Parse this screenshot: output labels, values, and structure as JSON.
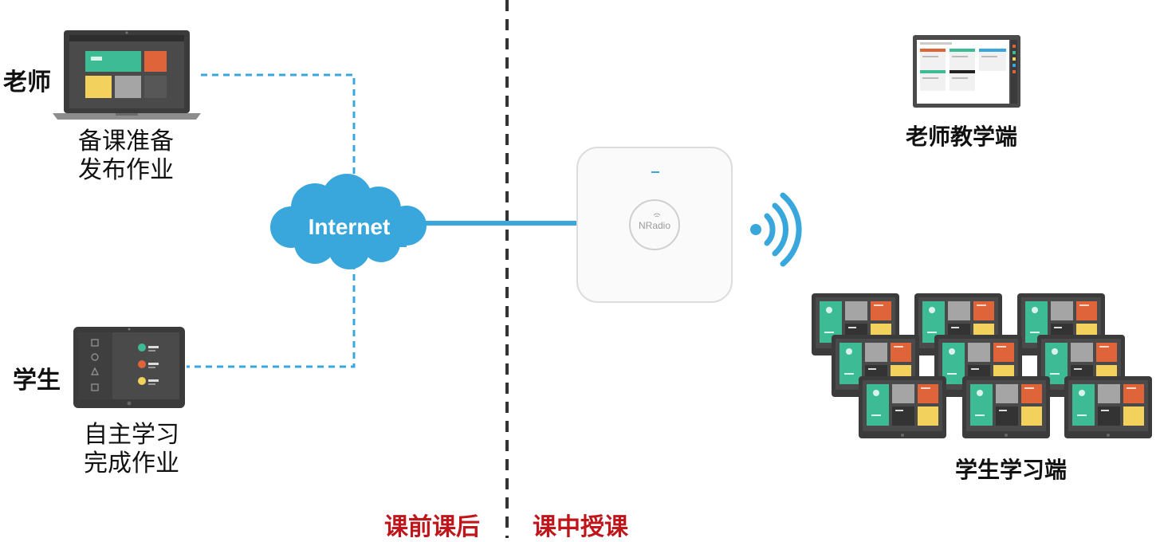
{
  "teacher": {
    "role_label": "老师",
    "caption_line1": "备课准备",
    "caption_line2": "发布作业"
  },
  "student": {
    "role_label": "学生",
    "caption_line1": "自主学习",
    "caption_line2": "完成作业"
  },
  "cloud": {
    "label": "Internet"
  },
  "access_point": {
    "brand": "NRadio"
  },
  "teacher_end": {
    "label": "老师教学端"
  },
  "student_end": {
    "label": "学生学习端",
    "tablet_count": 9
  },
  "phases": {
    "before_after": "课前课后",
    "during": "课中授课"
  },
  "colors": {
    "link_blue": "#3aa7dc",
    "phase_red": "#c0161b",
    "tile_green": "#3dbb95",
    "tile_orange": "#e0643a",
    "tile_yellow": "#f3d15d",
    "tile_gray": "#a5a5a5",
    "device_dark": "#3b3b3b"
  },
  "icons": {
    "laptop": "laptop-icon",
    "tablet": "tablet-icon",
    "cloud": "cloud-icon",
    "router": "wireless-router-icon",
    "wifi": "wifi-signal-icon"
  }
}
